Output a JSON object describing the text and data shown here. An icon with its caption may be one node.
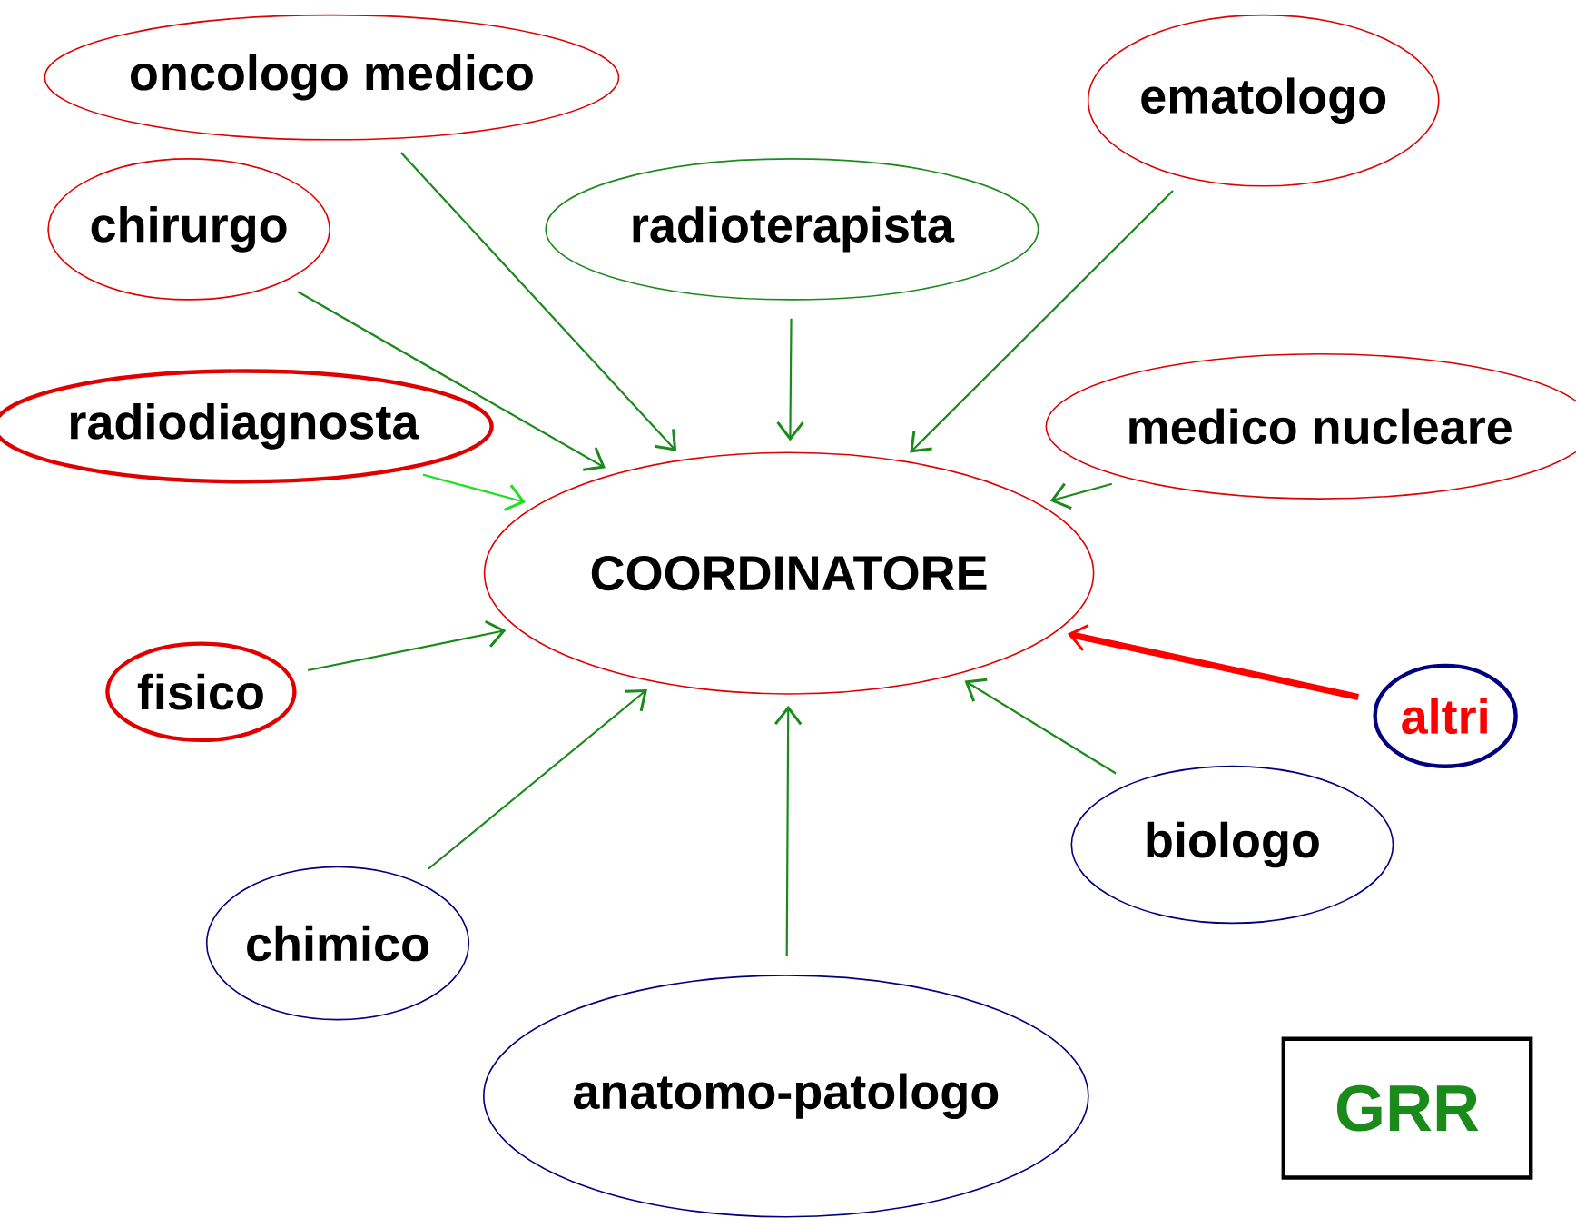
{
  "diagram": {
    "nodes": [
      {
        "text": [
          "oncologo medico"
        ]
      },
      {
        "text": [
          "chirurgo"
        ]
      },
      {
        "text": [
          "radioterapista"
        ]
      },
      {
        "text": [
          "ematologo"
        ]
      },
      {
        "text": [
          "radiodiagnosta"
        ]
      },
      {
        "text": [
          "medico nucleare"
        ]
      },
      {
        "text": [
          "COORDINATORE"
        ]
      },
      {
        "text": [
          "fisico"
        ]
      },
      {
        "text": [
          "altri"
        ]
      },
      {
        "text": [
          "biologo"
        ]
      },
      {
        "text": [
          "chimico"
        ]
      },
      {
        "text": [
          "anatomo-patologo"
        ]
      },
      {
        "text": [
          "GRR"
        ]
      }
    ],
    "edges": [
      {
        "from": 0,
        "to": 6,
        "arrow": "to"
      },
      {
        "from": 1,
        "to": 6,
        "arrow": "to"
      },
      {
        "from": 2,
        "to": 6,
        "arrow": "to"
      },
      {
        "from": 3,
        "to": 6,
        "arrow": "to"
      },
      {
        "from": 4,
        "to": 6,
        "arrow": "to",
        "color": "#22dd22"
      },
      {
        "from": 5,
        "to": 6,
        "arrow": "to"
      },
      {
        "from": 7,
        "to": 6,
        "arrow": "to"
      },
      {
        "from": 8,
        "to": 6,
        "arrow": "to",
        "color": "#ff0000",
        "style": "thick"
      },
      {
        "from": 9,
        "to": 6,
        "arrow": "to"
      },
      {
        "from": 10,
        "to": 6,
        "arrow": "to"
      },
      {
        "from": 11,
        "to": 6,
        "arrow": "to"
      }
    ]
  }
}
